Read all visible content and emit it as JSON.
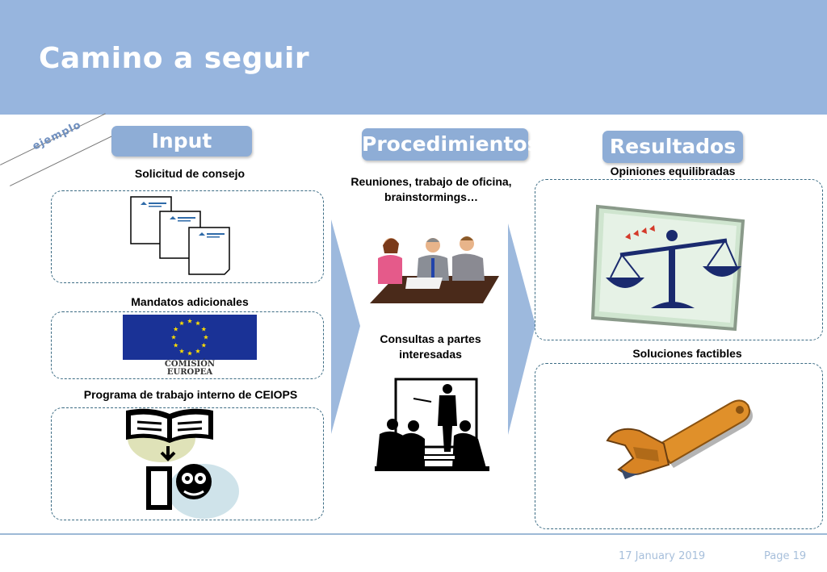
{
  "title": "Camino a seguir",
  "ribbon_text": "ejemplo",
  "columns": {
    "input": {
      "header": "Input",
      "items": [
        "Solicitud de consejo",
        "Mandatos adicionales",
        "Programa de trabajo interno de CEIOPS"
      ],
      "eu_flag_caption_line1": "COMISIÓN",
      "eu_flag_caption_line2": "EUROPEA"
    },
    "procedimientos": {
      "header": "Procedimientos",
      "items": [
        "Reuniones, trabajo de oficina, brainstormings…",
        "Consultas a partes interesadas"
      ]
    },
    "resultados": {
      "header": "Resultados",
      "items": [
        "Opiniones equilibradas",
        "Soluciones factibles"
      ]
    }
  },
  "footer": {
    "date": "17 January 2019",
    "page": "Page 19"
  },
  "colors": {
    "header_bg": "#97b5de",
    "pill_bg": "#8eadd6",
    "dashed_border": "#3c6c84",
    "arrow_fill": "#9db9dd",
    "footer_text": "#a7bfdb"
  }
}
